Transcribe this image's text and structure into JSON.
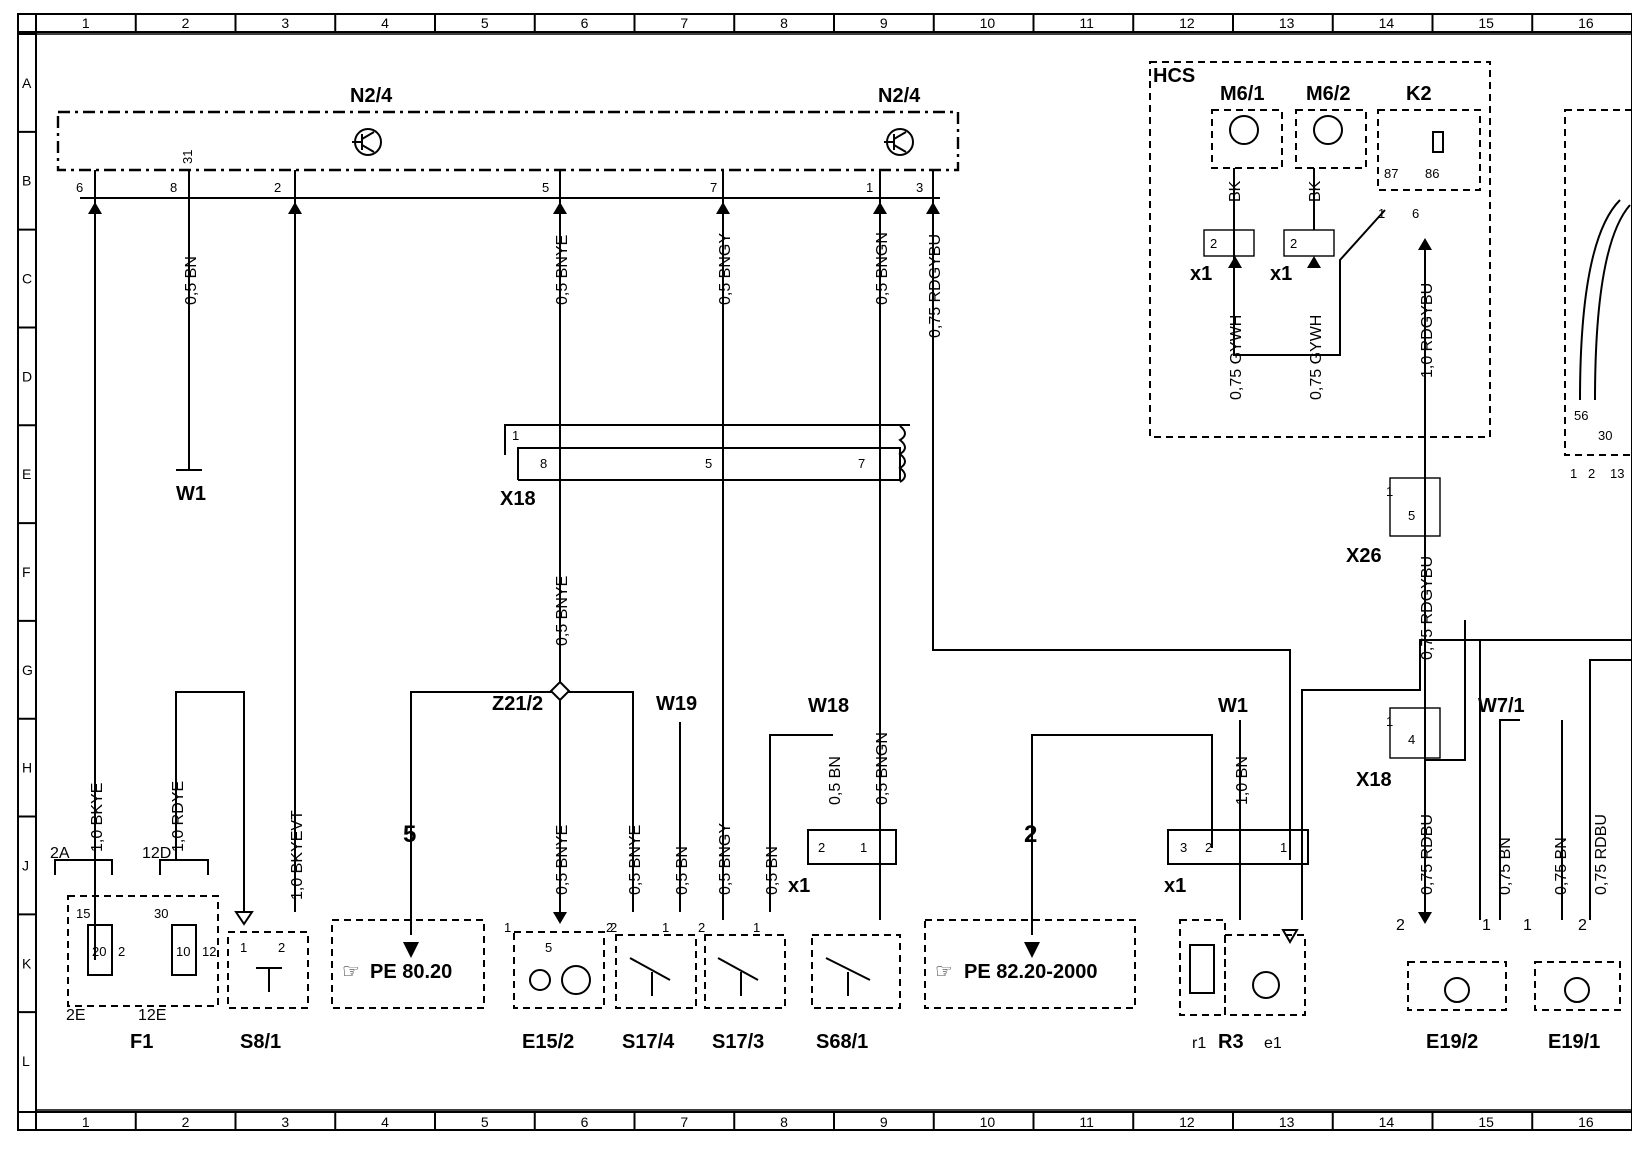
{
  "grid": {
    "columns": [
      "1",
      "2",
      "3",
      "4",
      "5",
      "6",
      "7",
      "8",
      "9",
      "10",
      "11",
      "12",
      "13",
      "14",
      "15",
      "16"
    ],
    "rows": [
      "A",
      "B",
      "C",
      "D",
      "E",
      "F",
      "G",
      "H",
      "J",
      "K",
      "L"
    ]
  },
  "components": {
    "n24_left": "N2/4",
    "n24_right": "N2/4",
    "hcs": "HCS",
    "m61": "M6/1",
    "m62": "M6/2",
    "k2": "K2",
    "w1_left": "W1",
    "x18_top": "X18",
    "x26": "X26",
    "z212": "Z21/2",
    "w19": "W19",
    "w18": "W18",
    "w1_right": "W1",
    "w71": "W7/1",
    "x18_right": "X18",
    "x1_mid": "x1",
    "x1_right": "x1",
    "x1_hcs1": "x1",
    "x1_hcs2": "x1",
    "f1": "F1",
    "s81": "S8/1",
    "e152": "E15/2",
    "s174": "S17/4",
    "s173": "S17/3",
    "s681": "S68/1",
    "r3": "R3",
    "r1": "r1",
    "e1": "e1",
    "e192": "E19/2",
    "e191": "E19/1"
  },
  "references": {
    "pe8020_prefix": "☞",
    "pe8020": "PE 80.20",
    "pe8220_prefix": "☞",
    "pe8220": "PE 82.20-2000",
    "arrow5": "5",
    "arrow2": "2"
  },
  "wires": {
    "w_05bn": "0,5 BN",
    "w_05bnye_top": "0,5 BNYE",
    "w_05bngy_top": "0,5 BNGY",
    "w_05bngn_top": "0,5 BNGN",
    "w_075rdgybu": "0,75 RDGYBU",
    "w_05bnye_mid": "0,5 BNYE",
    "w_10bkye": "1,0 BKYE",
    "w_10rdye": "1,0 RDYE",
    "w_10bkyevt": "1,0 BKYEVT",
    "w_05bnye_e15": "0,5 BNYE",
    "w_05bnye_s174": "0,5 BNYE",
    "w_05bn_s174": "0,5 BN",
    "w_05bngy_s173": "0,5 BNGY",
    "w_05bn_s173": "0,5 BN",
    "w_05bn_x1": "0,5 BN",
    "w_05bngn_x1": "0,5 BNGN",
    "w_10bn_w1": "1,0 BN",
    "w_bk1": "BK",
    "w_bk2": "BK",
    "w_075gywh1": "0,75 GYWH",
    "w_075gywh2": "0,75 GYWH",
    "w_10rdgybu": "1,0 RDGYBU",
    "w_075rdgybu_x26": "0,75 RDGYBU",
    "w_075rdbu_a": "0,75 RDBU",
    "w_075bn_a": "0,75 BN",
    "w_075bn_b": "0,75 BN",
    "w_075rdbu_b": "0,75 RDBU"
  },
  "pins": {
    "n_6": "6",
    "n_8": "8",
    "n_31": "31",
    "n_2": "2",
    "n_5": "5",
    "n_7": "7",
    "n_1": "1",
    "n_3": "3",
    "x18_1": "1",
    "x18_8": "8",
    "x18_5": "5",
    "x18_7": "7",
    "f1_2a": "2A",
    "f1_12d": "12D",
    "f1_15": "15",
    "f1_20": "20",
    "f1_2": "2",
    "f1_30": "30",
    "f1_10": "10",
    "f1_12": "12",
    "f1_2e": "2E",
    "f1_12e": "12E",
    "s81_1": "1",
    "s81_2": "2",
    "e15_1": "1",
    "e15_5": "5",
    "e15_2": "2",
    "s174_2": "2",
    "s174_1": "1",
    "s173_2": "2",
    "s173_1": "1",
    "x1m_2": "2",
    "x1m_1": "1",
    "x1r_3": "3",
    "x1r_2": "2",
    "x1r_1": "1",
    "k2_87": "87",
    "k2_86": "86",
    "k2_1": "1",
    "k2_6": "6",
    "hcs_2a": "2",
    "hcs_2b": "2",
    "x26_1": "1",
    "x26_5": "5",
    "x18r_1": "1",
    "x18r_4": "4",
    "e192_2": "2",
    "e192_1": "1",
    "e191_1": "1",
    "e191_2": "2",
    "ext_56": "56",
    "ext_30": "30",
    "ext_1": "1",
    "ext_2": "2",
    "ext_13": "13"
  }
}
